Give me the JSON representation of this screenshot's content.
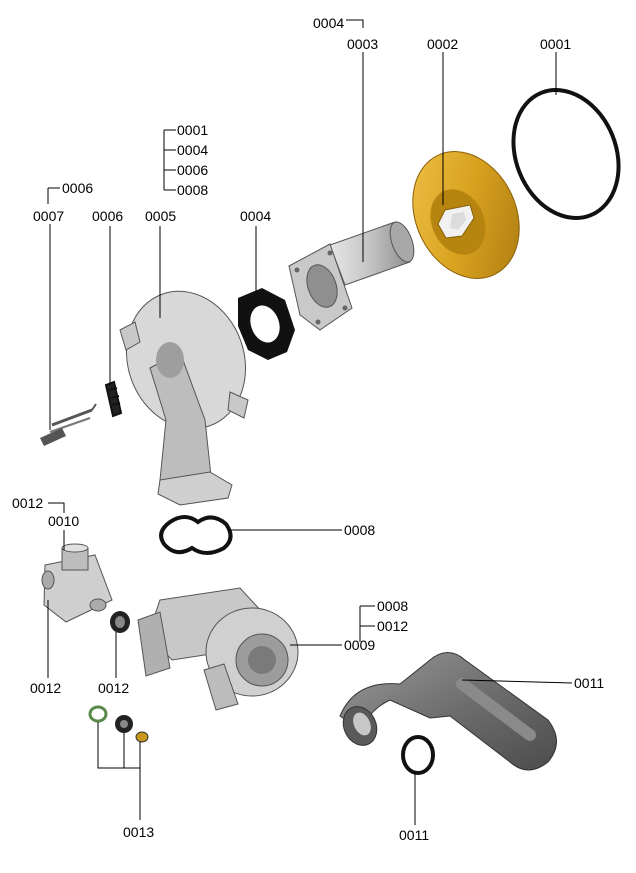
{
  "colors": {
    "background": "#ffffff",
    "line": "#000000",
    "gold_part": "#d8a21f",
    "gold_dark": "#a87710",
    "metal_light": "#d7d7d7",
    "metal_mid": "#b4b4b4",
    "metal_dark": "#7f7f7f",
    "pipe_dark": "#6b6b6b",
    "gasket": "#111111"
  },
  "labels": {
    "p0004_top": "0004",
    "p0003": "0003",
    "p0002": "0002",
    "p0001_ring": "0001",
    "p0001_flange": "0001",
    "p0004_flange": "0004",
    "p0006_flange": "0006",
    "p0008_flange": "0008",
    "p0006_electrode_top": "0006",
    "p0007": "0007",
    "p0006_clip": "0006",
    "p0005": "0005",
    "p0004_gasket": "0004",
    "p0008_seal": "0008",
    "p0012_valve_top": "0012",
    "p0010": "0010",
    "p0012_valve_bottom": "0012",
    "p0012_nut": "0012",
    "p0008_fan": "0008",
    "p0012_fan": "0012",
    "p0009": "0009",
    "p0011_pipe": "0011",
    "p0011_ring": "0011",
    "p0013": "0013"
  }
}
